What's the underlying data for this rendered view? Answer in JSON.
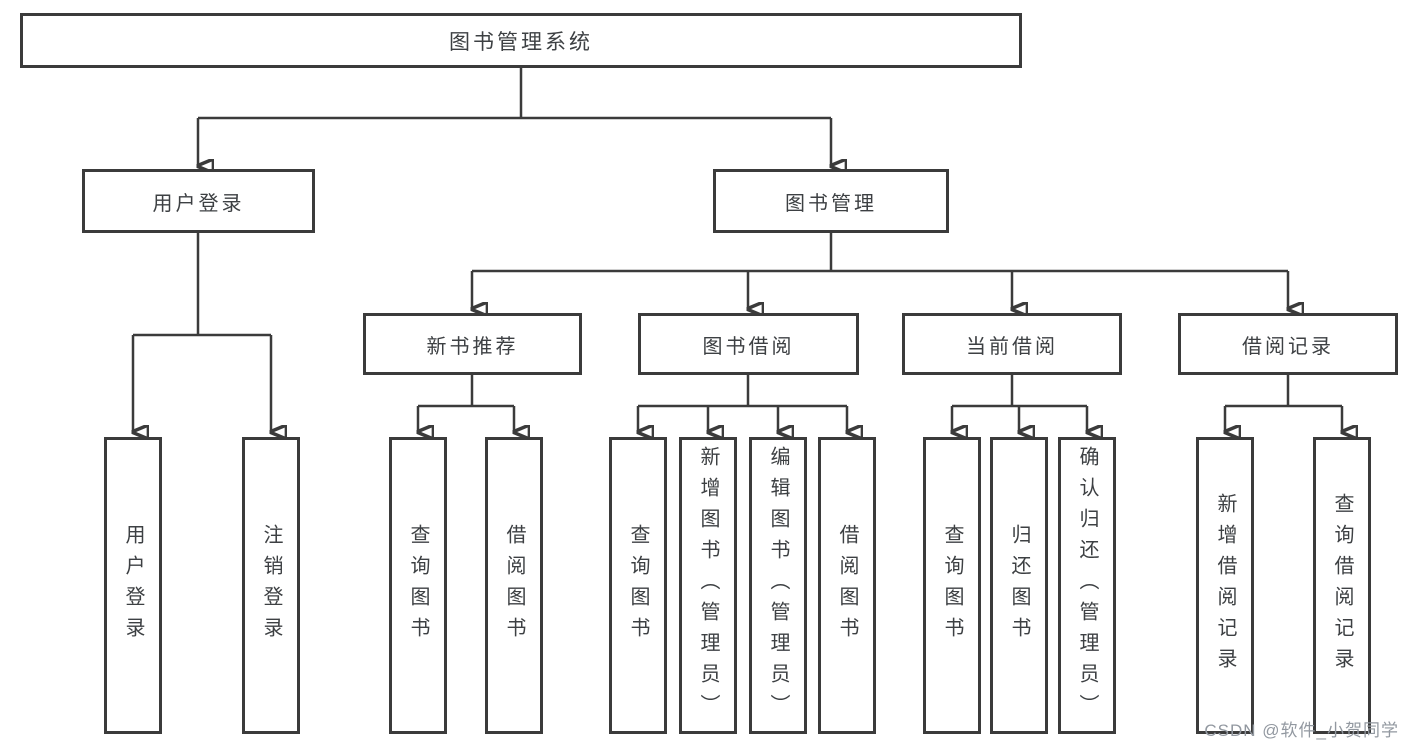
{
  "tree": {
    "root": "图书管理系统",
    "branches": [
      {
        "label": "用户登录",
        "children": [
          "用户登录",
          "注销登录"
        ]
      },
      {
        "label": "图书管理",
        "modules": [
          {
            "label": "新书推荐",
            "children": [
              "查询图书",
              "借阅图书"
            ]
          },
          {
            "label": "图书借阅",
            "children": [
              "查询图书",
              "新增图书（管理员）",
              "编辑图书（管理员）",
              "借阅图书"
            ]
          },
          {
            "label": "当前借阅",
            "children": [
              "查询图书",
              "归还图书",
              "确认归还（管理员）"
            ]
          },
          {
            "label": "借阅记录",
            "children": [
              "新增借阅记录",
              "查询借阅记录"
            ]
          }
        ]
      }
    ]
  },
  "watermark": {
    "text": "CSDN @软件_小贺同学"
  },
  "colors": {
    "line": "#3b3b3b",
    "box_border": "#3b3b3b",
    "text": "#3d4043",
    "watermark": "#9298a0",
    "background": "#ffffff"
  }
}
